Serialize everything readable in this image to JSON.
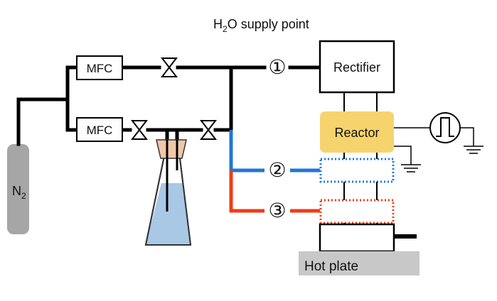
{
  "header": {
    "title_main": "H",
    "title_sub": "2",
    "title_rest": "O supply point"
  },
  "nitrogen": {
    "main": "N",
    "sub": "2"
  },
  "mfc_top_label": "MFC",
  "mfc_bottom_label": "MFC",
  "rectifier_label": "Rectifier",
  "reactor_label": "Reactor",
  "hot_plate_label": "Hot plate",
  "supply_points": [
    "①",
    "②",
    "③"
  ],
  "colors": {
    "line": "#000000",
    "water": "#a8c8e6",
    "stopper": "#f0c8a8",
    "reactor": "#f7d36d",
    "cylinder": "#a6a6a6",
    "blue_path": "#1f77d4",
    "red_path": "#f03c14",
    "hot_plate": "#c8c8c8"
  }
}
